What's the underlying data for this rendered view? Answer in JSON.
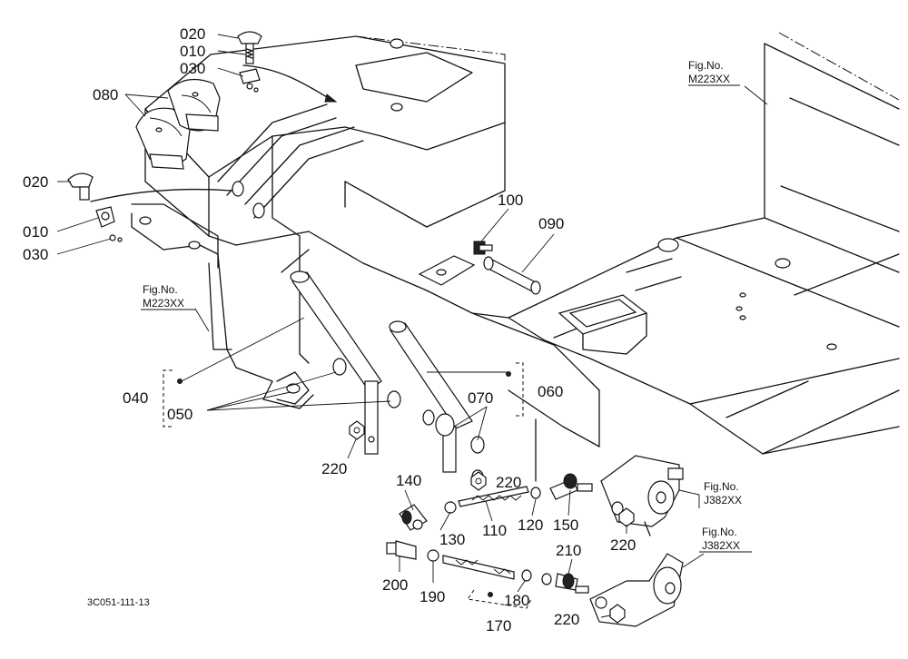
{
  "diagram_code": "3C051-111-13",
  "callouts": {
    "c020_top": "020",
    "c010_top": "010",
    "c030_top": "030",
    "c080": "080",
    "c020_left": "020",
    "c010_left": "010",
    "c030_left": "030",
    "c100": "100",
    "c090": "090",
    "c040": "040",
    "c050": "050",
    "c060": "060",
    "c070": "070",
    "c220_a": "220",
    "c220_b": "220",
    "c140": "140",
    "c130": "130",
    "c110": "110",
    "c120": "120",
    "c150": "150",
    "c220_c": "220",
    "c200": "200",
    "c190": "190",
    "c180": "180",
    "c170": "170",
    "c210": "210",
    "c220_d": "220"
  },
  "fig_refs": {
    "right_top": {
      "title": "Fig.No.",
      "number": "M223XX"
    },
    "left_mid": {
      "title": "Fig.No.",
      "number": "M223XX"
    },
    "right_mid": {
      "title": "Fig.No.",
      "number": "J382XX"
    },
    "right_low": {
      "title": "Fig.No.",
      "number": "J382XX"
    }
  }
}
